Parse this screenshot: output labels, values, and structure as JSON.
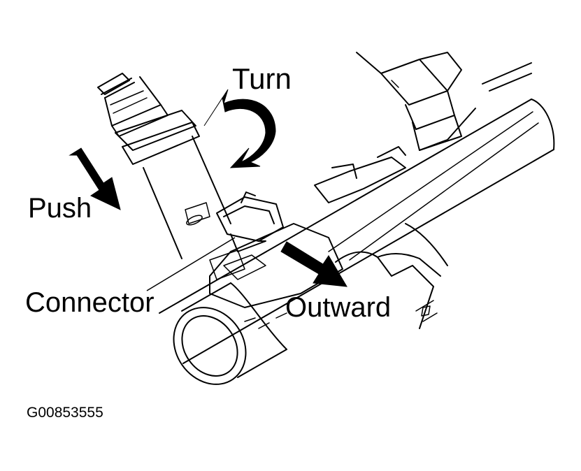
{
  "labels": {
    "turn": "Turn",
    "push": "Push",
    "connector": "Connector",
    "outward": "Outward",
    "figure_code": "G00853555"
  },
  "colors": {
    "ink": "#000000",
    "paper": "#ffffff"
  },
  "icons": {
    "turn": "curved-rotation-arrow-icon",
    "push": "push-arrow-icon",
    "outward": "outward-arrow-icon"
  }
}
